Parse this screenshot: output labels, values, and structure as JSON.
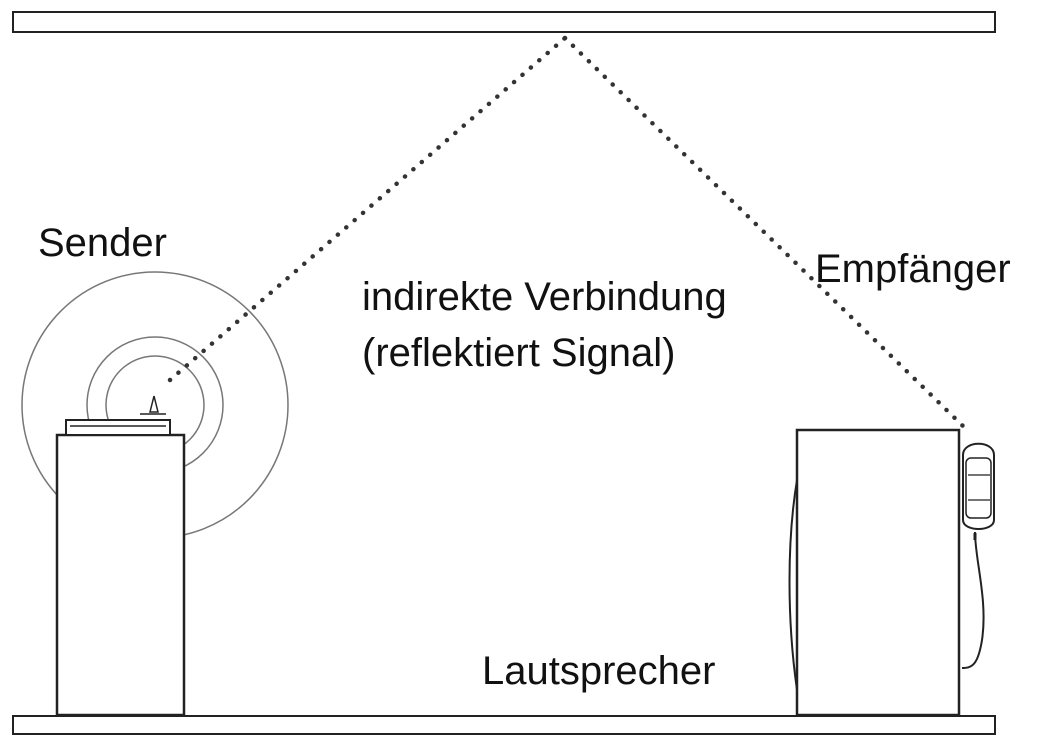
{
  "labels": {
    "sender": "Sender",
    "receiver": "Empfänger",
    "indirect_line1": "indirekte Verbindung",
    "indirect_line2": "(reflektiert Signal)",
    "speaker": "Lautsprecher"
  },
  "colors": {
    "stroke": "#222222",
    "wave": "#777777",
    "dots": "#333333"
  }
}
